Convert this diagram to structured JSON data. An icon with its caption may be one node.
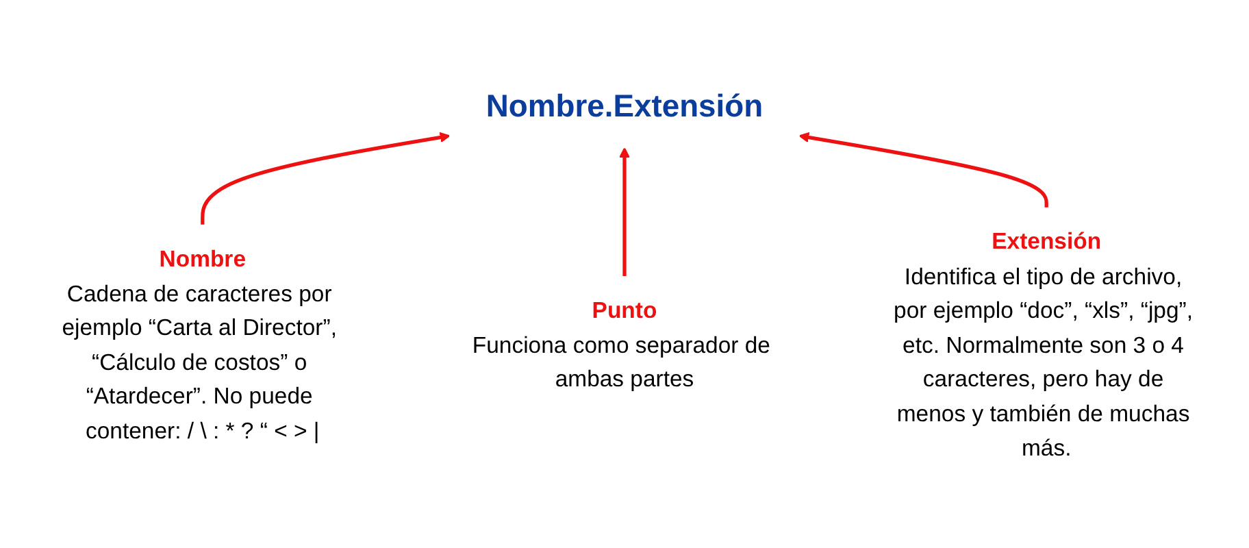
{
  "diagram": {
    "nodes": [
      {
        "text": [
          "Nombre.Extensión"
        ]
      },
      {
        "text": [
          "Nombre",
          "Cadena de caracteres por ejemplo “Carta al Director”, “Cálculo de costos” o “Atardecer”. No puede contener: / \\ : * ? “ < > |"
        ]
      },
      {
        "text": [
          "Punto",
          "Funciona como separador de ambas partes"
        ]
      },
      {
        "text": [
          "Extensión",
          "Identifica el tipo de archivo, por ejemplo “doc”, “xls”, “jpg”, etc. Normalmente son 3 o 4 caracteres, pero hay de menos y también de muchas más."
        ]
      }
    ],
    "edges": [
      {
        "from": 1,
        "to": 0,
        "arrow": "to"
      },
      {
        "from": 2,
        "to": 0,
        "arrow": "to"
      },
      {
        "from": 3,
        "to": 0,
        "arrow": "to"
      }
    ]
  }
}
